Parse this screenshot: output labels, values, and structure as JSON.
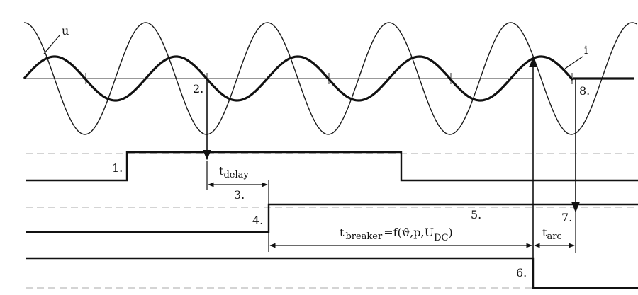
{
  "labels": {
    "u": "u",
    "i": "i",
    "n1": "1.",
    "n2": "2.",
    "n3": "3.",
    "n4": "4.",
    "n5": "5.",
    "n6": "6.",
    "n7": "7.",
    "n8": "8.",
    "t_delay_main": "t",
    "t_delay_sub": "delay",
    "t_breaker_main": "t",
    "t_breaker_sub": "breaker",
    "t_breaker_formula": "=f(ϑ,p,U",
    "t_breaker_dc": "DC",
    "t_breaker_close": ")",
    "t_arc_main": "t",
    "t_arc_sub": "arc"
  }
}
